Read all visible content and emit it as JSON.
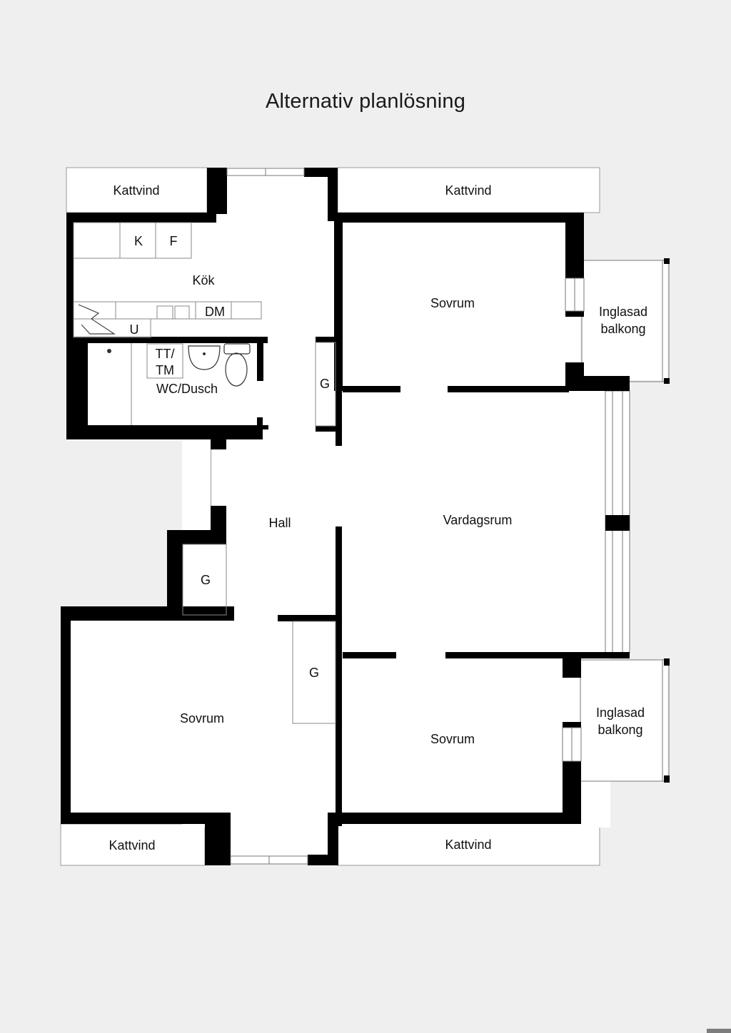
{
  "title": "Alternativ planlösning",
  "rooms": {
    "kattvind_top_left": "Kattvind",
    "kattvind_top_right": "Kattvind",
    "kattvind_bottom_left": "Kattvind",
    "kattvind_bottom_right": "Kattvind",
    "kok": "Kök",
    "sovrum_top": "Sovrum",
    "sovrum_bottom_left": "Sovrum",
    "sovrum_bottom_right": "Sovrum",
    "vardagsrum": "Vardagsrum",
    "hall": "Hall",
    "wc": "WC/Dusch",
    "balkong_top": [
      "Inglasad",
      "balkong"
    ],
    "balkong_bottom": [
      "Inglasad",
      "balkong"
    ]
  },
  "fixtures": {
    "k": "K",
    "f": "F",
    "dm": "DM",
    "u": "U",
    "tt": "TT/",
    "tm": "TM",
    "g_kitchen": "G",
    "g_hall": "G",
    "g_bedroom": "G"
  }
}
